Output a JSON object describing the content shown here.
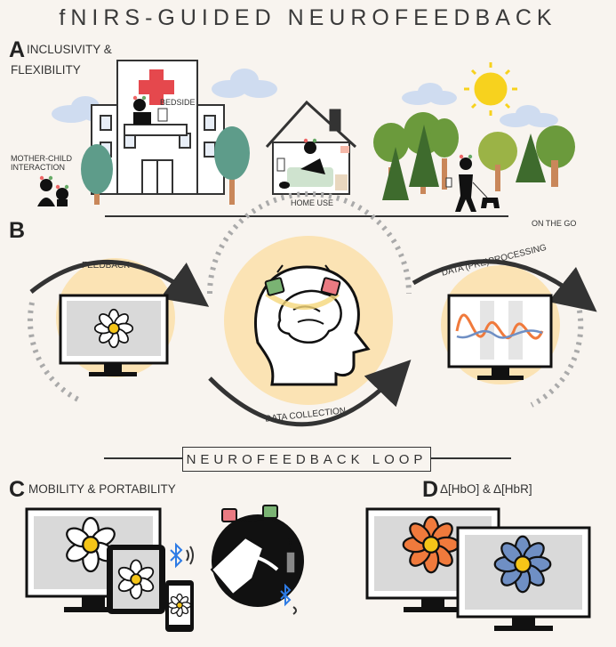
{
  "title": "fNIRS-GUIDED NEUROFEEDBACK",
  "panel_a": {
    "letter": "A",
    "heading_line1": "INCLUSIVITY &",
    "heading_line2": "FLEXIBILITY",
    "labels": {
      "bedside": "BEDSIDE",
      "mother_child_line1": "MOTHER-CHILD",
      "mother_child_line2": "INTERACTION",
      "home_use": "HOME USE",
      "on_the_go": "ON THE GO"
    }
  },
  "panel_b": {
    "letter": "B",
    "feedback": "FEEDBACK",
    "data_collection": "DATA COLLECTION",
    "data_processing": "DATA (PRE)PROCESSING",
    "loop_label": "NEUROFEEDBACK LOOP"
  },
  "panel_c": {
    "letter": "C",
    "heading": "MOBILITY & PORTABILITY"
  },
  "panel_d": {
    "letter": "D",
    "heading": "Δ[HbO] & Δ[HbR]"
  },
  "colors": {
    "background": "#f8f4ef",
    "highlight_circle": "#fbe3b4",
    "tree_green": "#6b9a3c",
    "hbo_orange": "#f07a3c",
    "hbr_blue": "#6f8fc4",
    "hospital_cross": "#e5484d",
    "bluetooth_blue": "#2d7be5",
    "sun_yellow": "#f7d21e",
    "cloud_blue": "#cfdcf0"
  },
  "icons": [
    "hospital-icon",
    "house-icon",
    "sun-icon",
    "cloud-icon",
    "tree-icon",
    "monitor-icon",
    "head-brain-icon",
    "tablet-icon",
    "phone-icon",
    "bluetooth-icon",
    "fnirs-headset-icon"
  ]
}
